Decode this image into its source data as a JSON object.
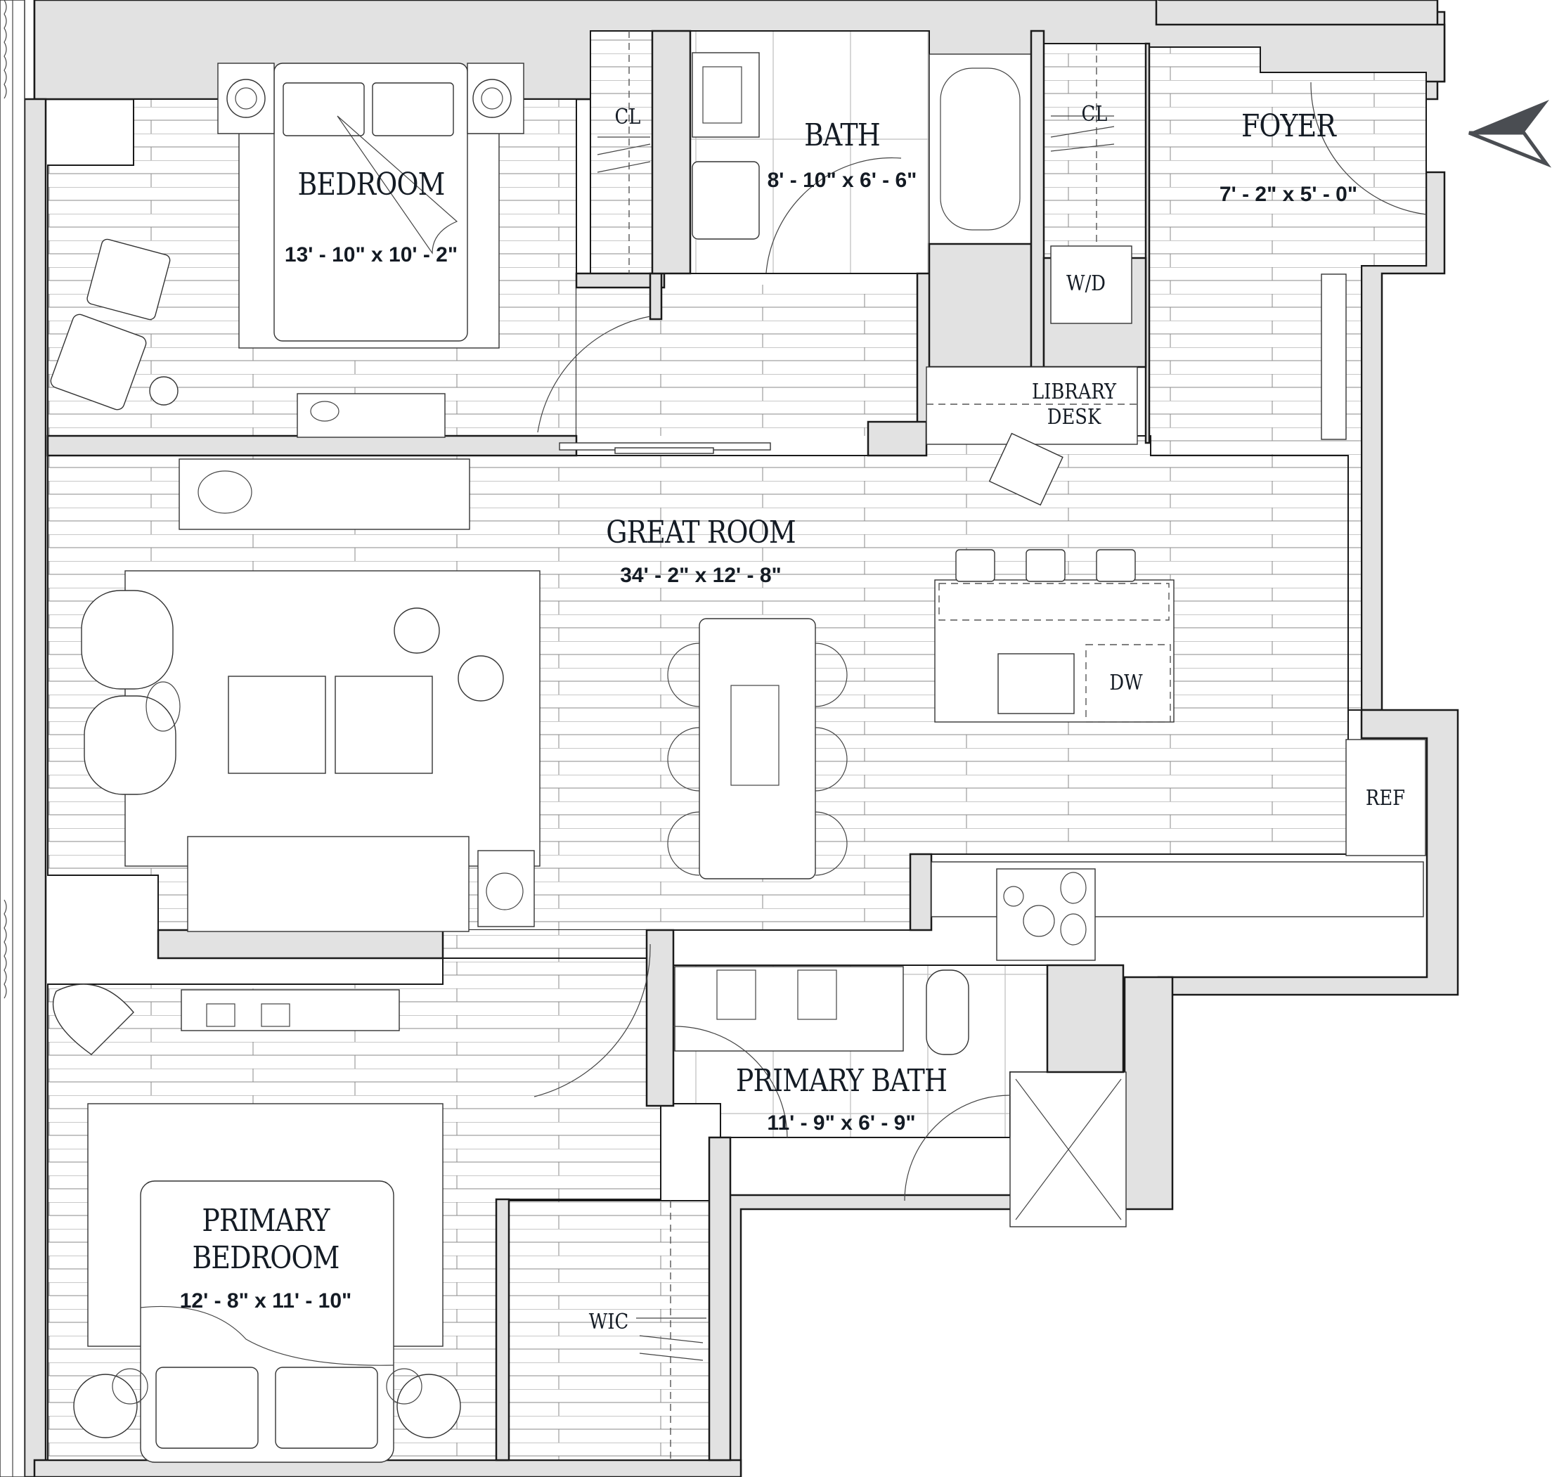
{
  "plan": {
    "type": "residential floor plan",
    "colors": {
      "wall_fill": "#e2e2e2",
      "wall_stroke": "#1a1a1a",
      "text": "#141b24",
      "compass": "#4a4d52",
      "floor_lines": "#bdbdbd"
    }
  },
  "compass": {
    "icon": "north-arrow-icon",
    "direction": "left"
  },
  "rooms": {
    "bedroom": {
      "name": "BEDROOM",
      "dim": "13' - 10\" x 10' - 2\""
    },
    "bath": {
      "name": "BATH",
      "dim": "8' - 10\" x 6' - 6\""
    },
    "foyer": {
      "name": "FOYER",
      "dim": "7' - 2\" x 5' - 0\""
    },
    "great_room": {
      "name": "GREAT ROOM",
      "dim": "34' - 2\" x 12' - 8\""
    },
    "primary_bath": {
      "name": "PRIMARY BATH",
      "dim": "11' - 9\" x 6' - 9\""
    },
    "primary_bedroom": {
      "name_line1": "PRIMARY",
      "name_line2": "BEDROOM",
      "dim": "12' - 8\" x 11' - 10\""
    }
  },
  "fixtures": {
    "closet_1": "CL",
    "closet_2": "CL",
    "washer_dryer": "W/D",
    "library_desk_line1": "LIBRARY",
    "library_desk_line2": "DESK",
    "dishwasher": "DW",
    "refrigerator": "REF",
    "walk_in_closet": "WIC"
  }
}
